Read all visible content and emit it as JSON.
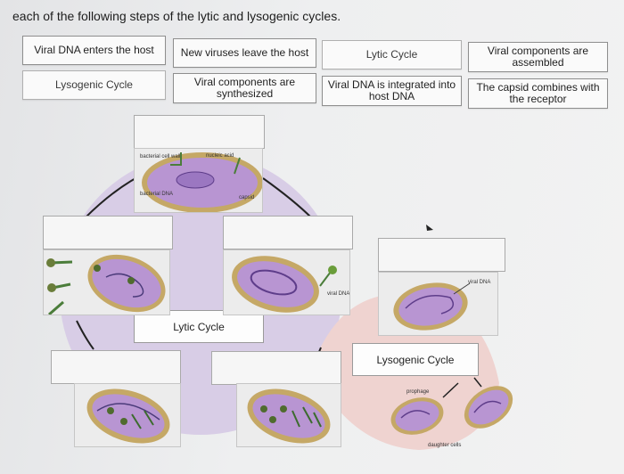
{
  "instruction": "each of the following steps of the lytic and lysogenic cycles.",
  "tiles": {
    "viral_dna_enters": "Viral DNA enters the host",
    "new_viruses_leave": "New viruses leave the host",
    "lytic_cycle": "Lytic Cycle",
    "viral_components_assembled": "Viral components are assembled",
    "lysogenic_cycle": "Lysogenic Cycle",
    "viral_components_synthesized": "Viral components are synthesized",
    "viral_dna_integrated": "Viral DNA is integrated into host DNA",
    "capsid_combines": "The capsid combines with the receptor"
  },
  "diagram": {
    "lytic_label": "Lytic Cycle",
    "lysogenic_label": "Lysogenic Cycle",
    "bacterial_cell_wall": "bacterial cell wall",
    "nucleic_acid": "nucleic acid",
    "capsid": "capsid",
    "bacterial_dna": "bacterial DNA",
    "viral_dna_1": "viral DNA",
    "viral_dna_2": "viral DNA",
    "prophage": "prophage",
    "daughter_cells": "daughter cells"
  },
  "colors": {
    "lytic_circle": "#d8cde6",
    "lysogenic_circle": "#efd3d0",
    "cell_wall": "#b79a55",
    "cytoplasm": "#b48fcf"
  }
}
